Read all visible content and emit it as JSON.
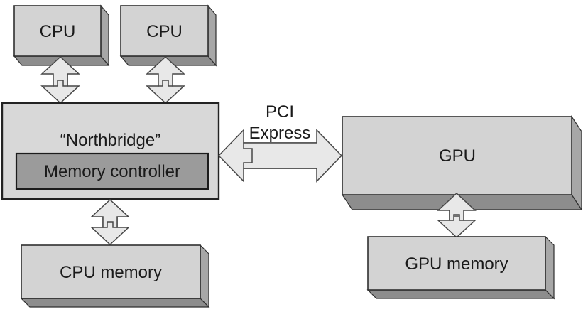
{
  "diagram": {
    "boxes": {
      "cpu1": "CPU",
      "cpu2": "CPU",
      "northbridge": "“Northbridge”",
      "memory_controller": "Memory controller",
      "cpu_memory": "CPU memory",
      "gpu": "GPU",
      "gpu_memory": "GPU memory"
    },
    "labels": {
      "pci_line1": "PCI",
      "pci_line2": "Express"
    },
    "colors": {
      "background": "#ffffff",
      "box_face": "#d3d3d3",
      "box_side_right": "#a7a7a7",
      "box_side_bottom": "#8d8d8d",
      "northbridge_fill": "#d8d8d8",
      "memory_controller_fill": "#9b9b9b",
      "arrow_fill": "#e8e8e8",
      "text": "#1a1a1a"
    }
  }
}
